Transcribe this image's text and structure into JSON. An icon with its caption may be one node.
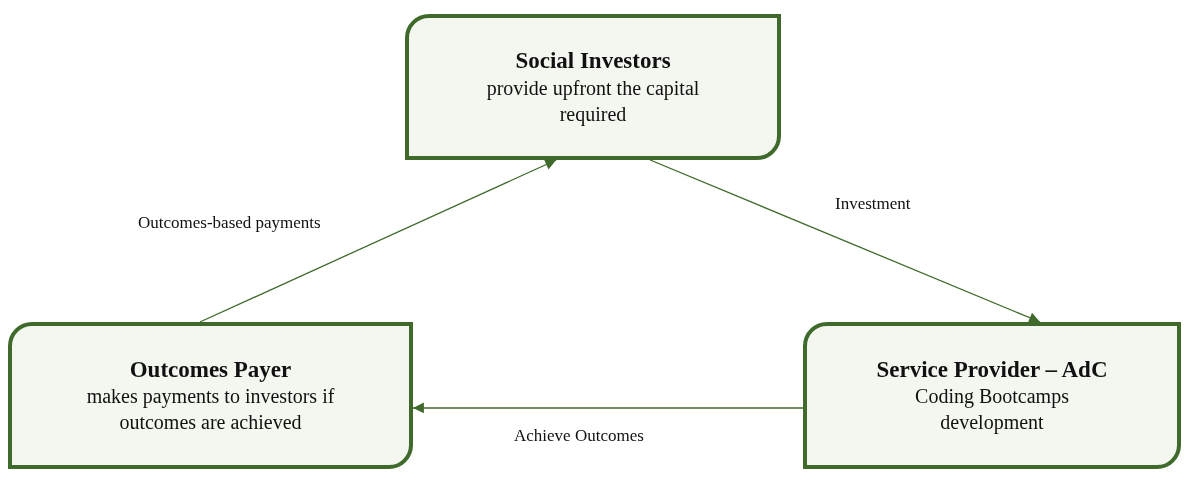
{
  "diagram": {
    "nodes": [
      {
        "text": [
          "Social Investors",
          "provide upfront the capital required"
        ]
      },
      {
        "text": [
          "Outcomes Payer",
          "makes payments to investors if outcomes are achieved"
        ]
      },
      {
        "text": [
          "Service Provider – AdC",
          "Coding Bootcamps development"
        ]
      }
    ],
    "edges": [
      {
        "from": 0,
        "to": 2,
        "arrow": "to",
        "label": "Investment"
      },
      {
        "from": 1,
        "to": 0,
        "arrow": "to",
        "label": "Outcomes-based payments"
      },
      {
        "from": 2,
        "to": 1,
        "arrow": "to",
        "label": "Achieve Outcomes"
      }
    ]
  }
}
